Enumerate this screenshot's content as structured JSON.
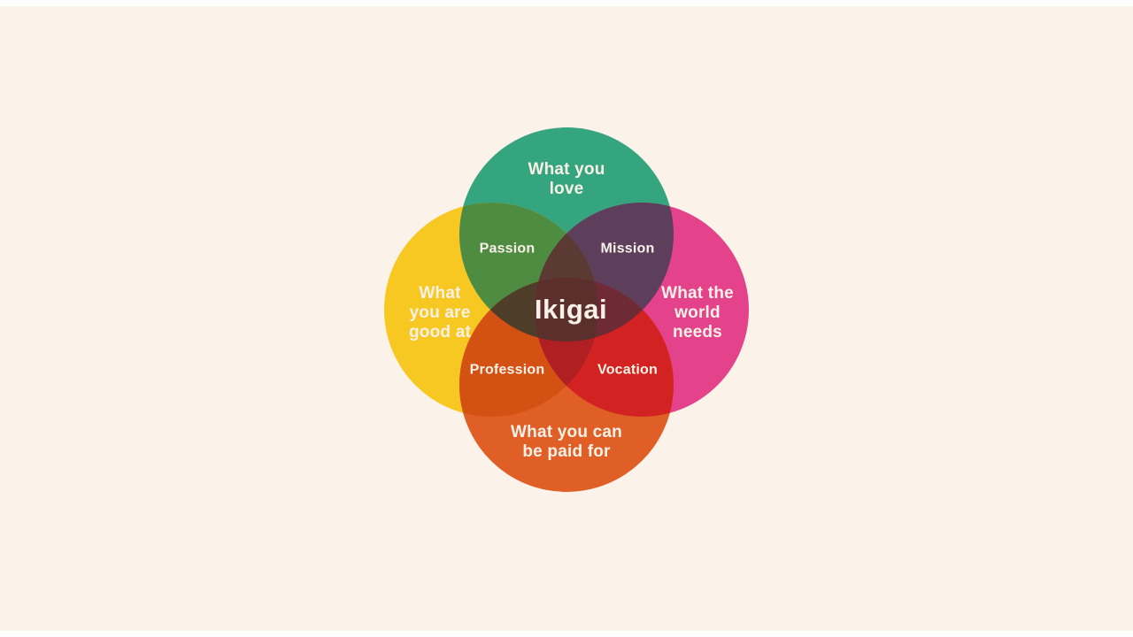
{
  "diagram": {
    "name": "Ikigai venn diagram",
    "labels": {
      "love": "What you\nlove",
      "good_at": "What\nyou are\ngood at",
      "world_needs": "What the\nworld\nneeds",
      "paid_for": "What you can\nbe paid for",
      "passion": "Passion",
      "mission": "Mission",
      "profession": "Profession",
      "vocation": "Vocation",
      "ikigai": "Ikigai"
    }
  },
  "colors": {
    "background": "#FBF2E9",
    "letterbox": "#FFFFFF",
    "text": "#F9F1E7",
    "circle_love": "#35A580",
    "circle_good_at": "#F8C822",
    "circle_world_needs": "#E4428B",
    "circle_paid_for": "#DF5F26",
    "region_passion": "#4E8C41",
    "region_mission": "#5E3F5B",
    "region_profession": "#D45114",
    "region_vocation": "#D22322",
    "wedge_top": "#5B3A33",
    "wedge_left": "#4E3D29",
    "wedge_right": "#6E2B36",
    "wedge_bottom": "#B01F21",
    "center_ikigai": "#5A2F2C"
  }
}
